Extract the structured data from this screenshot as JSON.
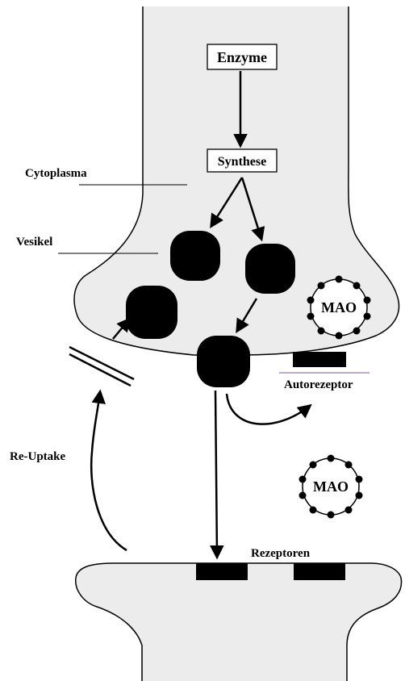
{
  "labels": {
    "enzyme": "Enzyme",
    "synthese": "Synthese",
    "cytoplasma": "Cytoplasma",
    "vesikel": "Vesikel",
    "re_uptake": "Re-Uptake",
    "autorezeptor": "Autorezeptor",
    "rezeptoren": "Rezeptoren",
    "mao_1": "MAO",
    "mao_2": "MAO"
  },
  "colors": {
    "cell_fill": "#ececec",
    "outline": "#000000",
    "vesicle": "#000000",
    "receptor": "#000000"
  }
}
